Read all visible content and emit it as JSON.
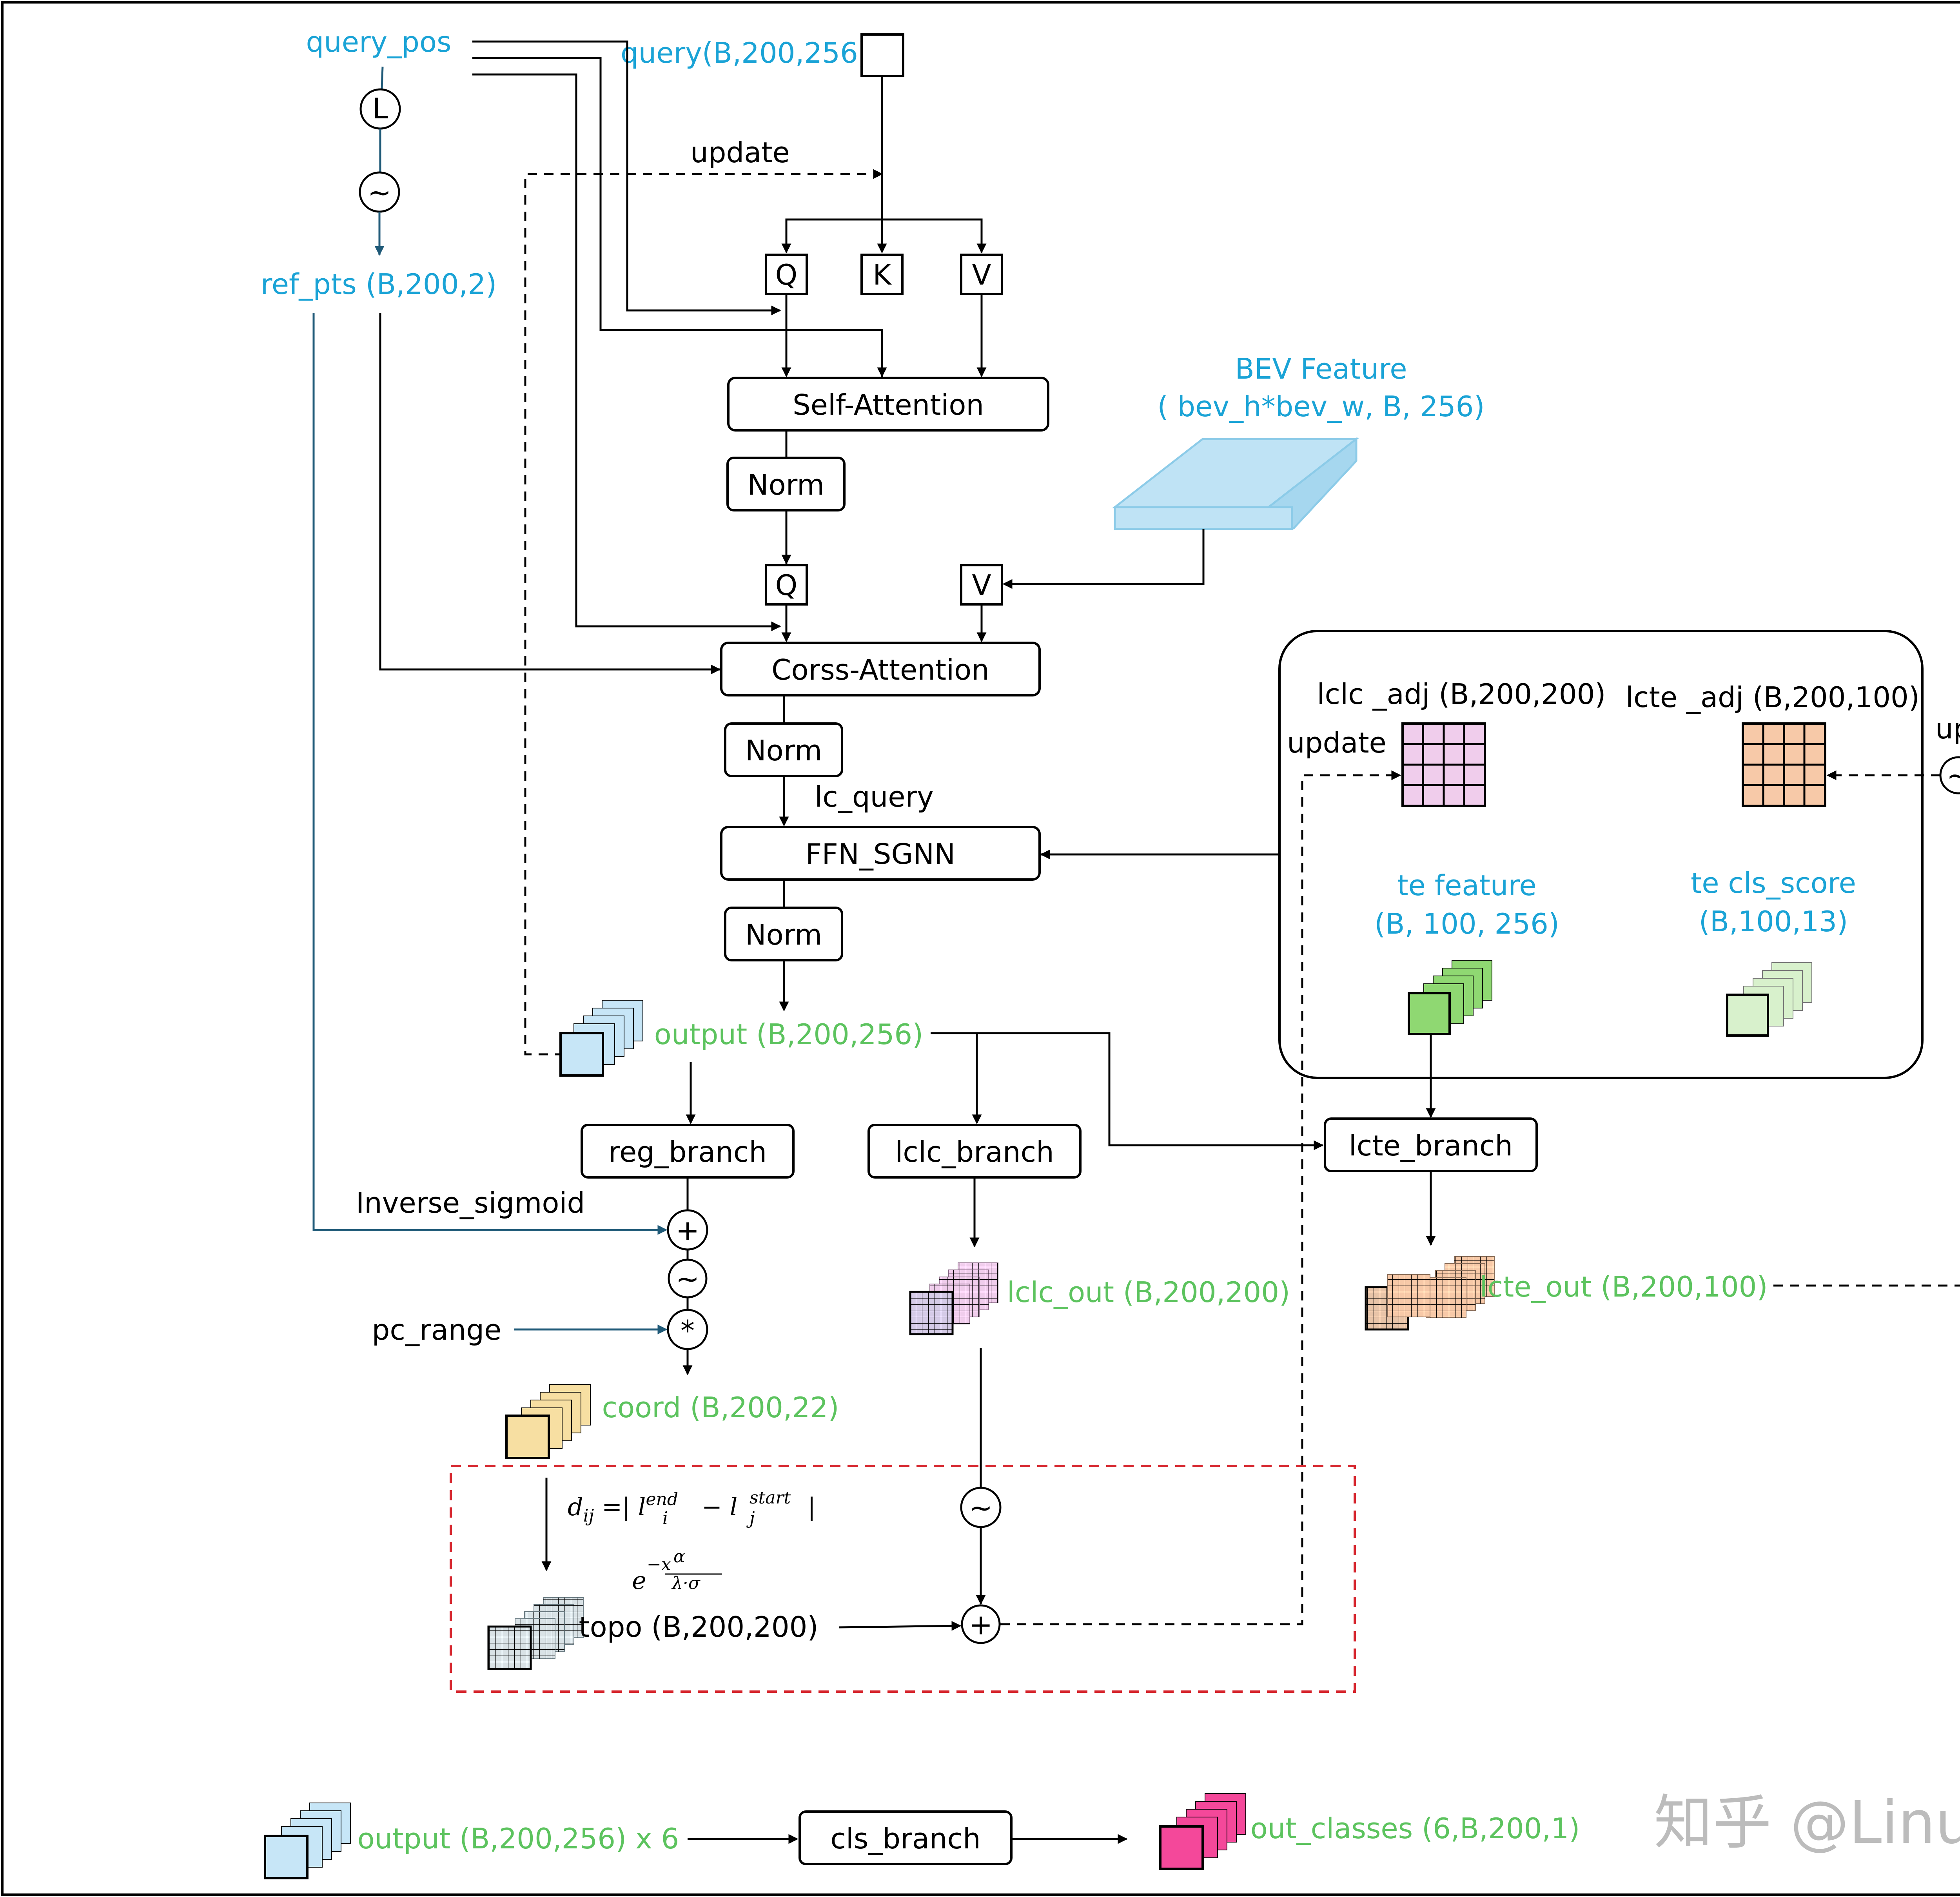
{
  "colors": {
    "blue_text": "#1aa3d6",
    "green_text": "#5cc35e",
    "black": "#000000",
    "teal_line": "#1f5a78",
    "red_box": "#d6262e",
    "bev_fill": "#bfe3f5",
    "output_fill": "#c7e6f7",
    "coord_fill": "#f7dfa2",
    "lclc_adj_fill": "#f0cdec",
    "lcte_adj_fill": "#f7c9a8",
    "te_feature_fill": "#8fd872",
    "te_cls_fill": "#d8f1cc",
    "out_classes_fill": "#f4489a",
    "grey_fill": "#d9e2e6",
    "watermark": "#bcbcbc"
  },
  "inputs": {
    "query_pos": "query_pos",
    "query": "query(B,200,256)",
    "ref_pts": "ref_pts (B,200,2)",
    "bev_line1": "BEV Feature",
    "bev_line2": "( bev_h*bev_w, B, 256)"
  },
  "ops": {
    "L": "L",
    "tilde": "~",
    "plus": "+",
    "star": "*"
  },
  "labels": {
    "update_top": "update",
    "Q": "Q",
    "K": "K",
    "V": "V",
    "self_attention": "Self-Attention",
    "norm": "Norm",
    "cross_attention": "Corss-Attention",
    "lc_query": "lc_query",
    "ffn": "FFN_SGNN",
    "output": "output (B,200,256)",
    "reg_branch": "reg_branch",
    "lclc_branch": "lclc_branch",
    "lcte_branch": "lcte_branch",
    "inverse_sigmoid": "Inverse_sigmoid",
    "pc_range": "pc_range",
    "coord": "coord (B,200,22)",
    "lclc_out": "lclc_out (B,200,200)",
    "lcte_out": "lcte_out (B,200,100)",
    "topo": "topo (B,200,200)",
    "lclc_adj": "lclc _adj (B,200,200)",
    "lcte_adj": "lcte _adj (B,200,100)",
    "update_left": "update",
    "update_right": "update",
    "te_feature_line1": "te feature",
    "te_feature_line2": "(B, 100, 256)",
    "te_cls_line1": "te cls_score",
    "te_cls_line2": "(B,100,13)",
    "output_x6": "output (B,200,256) x 6",
    "cls_branch": "cls_branch",
    "out_classes": "out_classes (6,B,200,1)",
    "watermark": "知乎 @Linux"
  },
  "formula": {
    "d_prefix": "d",
    "d_sub": "ij",
    "eq": " =| l",
    "l_sup1": "end",
    "l_sub1": "i",
    "minus": " − l",
    "l_sup2": "start",
    "l_sub2": "j",
    "bar": " |",
    "exp_base": "e",
    "exp_text": "−x",
    "exp_sup": "α",
    "exp_den": "λ·σ"
  }
}
